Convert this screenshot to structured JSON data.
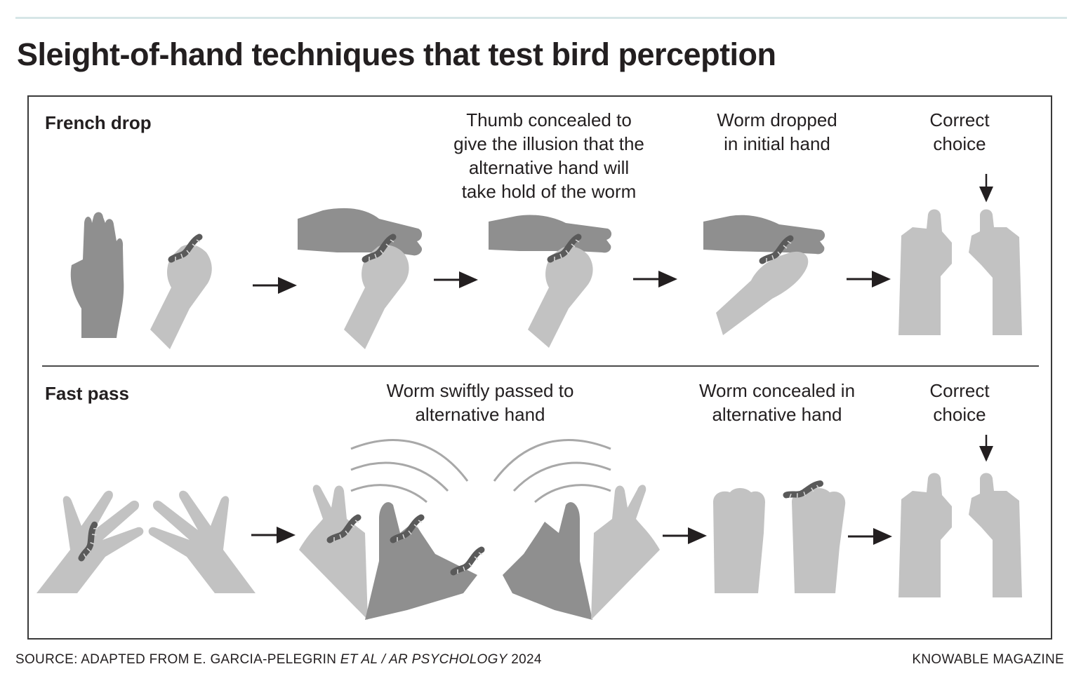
{
  "title": "Sleight-of-hand techniques that test bird perception",
  "rows": [
    {
      "label": "French drop",
      "captions": [
        "Thumb concealed to\ngive the illusion that the\nalternative hand will\ntake hold of the worm",
        "Worm dropped\nin initial hand",
        "Correct\nchoice"
      ]
    },
    {
      "label": "Fast pass",
      "captions": [
        "Worm swiftly passed to\nalternative hand",
        "Worm concealed in\nalternative hand",
        "Correct\nchoice"
      ]
    }
  ],
  "footer": {
    "source_prefix": "SOURCE: ADAPTED FROM E. GARCIA-PELEGRIN ",
    "source_italic": "ET AL / AR PSYCHOLOGY",
    "source_suffix": " 2024",
    "credit": "KNOWABLE MAGAZINE"
  },
  "colors": {
    "text": "#231f20",
    "hand_dark": "#8f8f8f",
    "hand_light": "#c2c2c2",
    "worm": "#5a5a5a",
    "rule": "#d7e6e7"
  },
  "icons": [
    "hand-icon",
    "worm-icon",
    "arrow-right-icon",
    "arrow-down-icon",
    "motion-arc-icon"
  ]
}
